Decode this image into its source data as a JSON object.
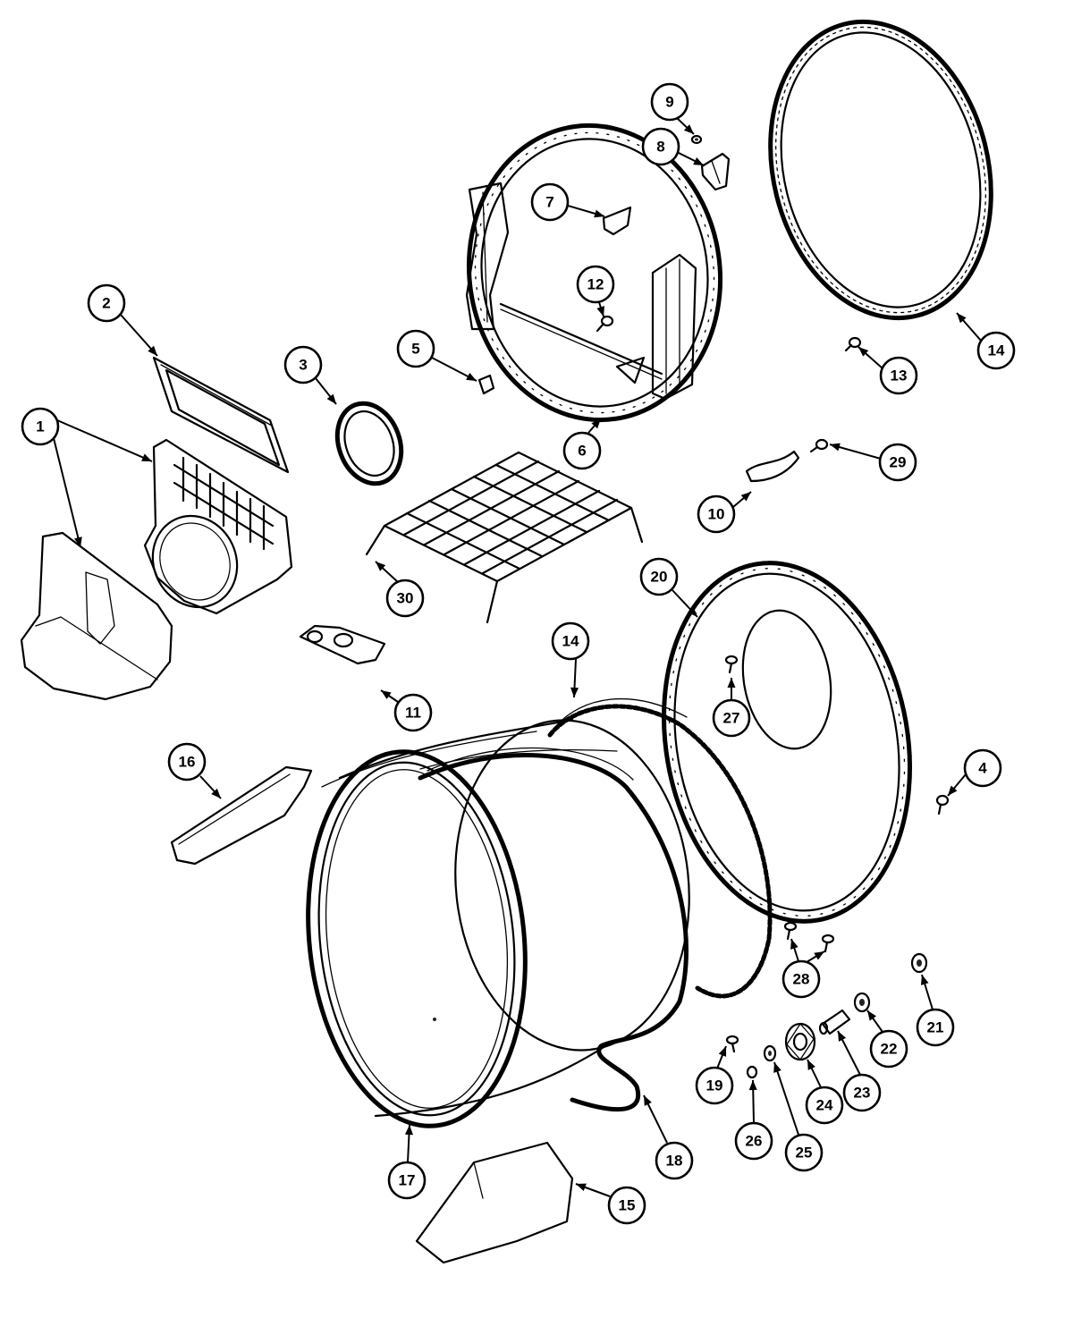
{
  "diagram": {
    "callouts": [
      {
        "id": "c1",
        "label": "1"
      },
      {
        "id": "c2",
        "label": "2"
      },
      {
        "id": "c3",
        "label": "3"
      },
      {
        "id": "c4",
        "label": "4"
      },
      {
        "id": "c5",
        "label": "5"
      },
      {
        "id": "c6",
        "label": "6"
      },
      {
        "id": "c7",
        "label": "7"
      },
      {
        "id": "c8",
        "label": "8"
      },
      {
        "id": "c9",
        "label": "9"
      },
      {
        "id": "c10",
        "label": "10"
      },
      {
        "id": "c11",
        "label": "11"
      },
      {
        "id": "c12",
        "label": "12"
      },
      {
        "id": "c13",
        "label": "13"
      },
      {
        "id": "c14a",
        "label": "14"
      },
      {
        "id": "c14b",
        "label": "14"
      },
      {
        "id": "c15",
        "label": "15"
      },
      {
        "id": "c16",
        "label": "16"
      },
      {
        "id": "c17",
        "label": "17"
      },
      {
        "id": "c18",
        "label": "18"
      },
      {
        "id": "c19",
        "label": "19"
      },
      {
        "id": "c20",
        "label": "20"
      },
      {
        "id": "c21",
        "label": "21"
      },
      {
        "id": "c22",
        "label": "22"
      },
      {
        "id": "c23",
        "label": "23"
      },
      {
        "id": "c24",
        "label": "24"
      },
      {
        "id": "c25",
        "label": "25"
      },
      {
        "id": "c26",
        "label": "26"
      },
      {
        "id": "c27",
        "label": "27"
      },
      {
        "id": "c28",
        "label": "28"
      },
      {
        "id": "c29",
        "label": "29"
      },
      {
        "id": "c30",
        "label": "30"
      }
    ]
  }
}
